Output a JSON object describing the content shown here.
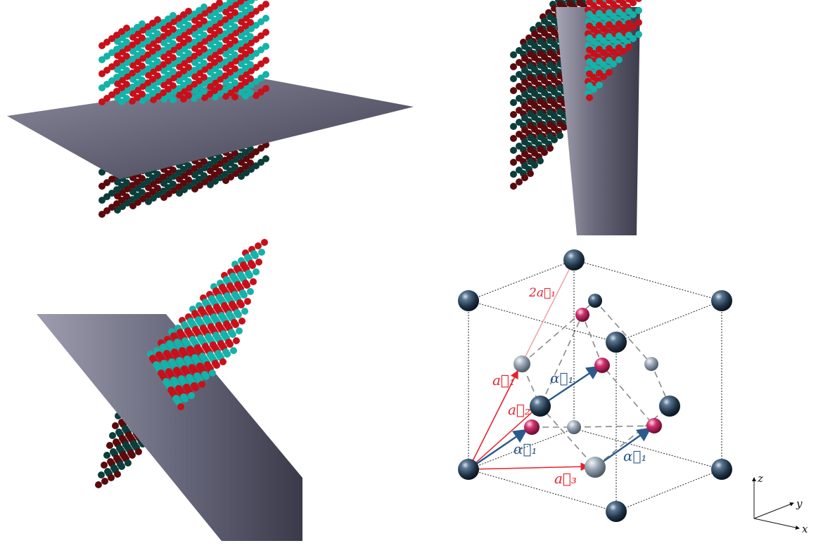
{
  "colors": {
    "atom_red": "#c8101a",
    "atom_red_dark": "#5a0a0c",
    "atom_cyan": "#14b2a8",
    "atom_cyan_dark": "#0b3d3a",
    "plane": "#5f5f72",
    "sphere_dark": "#1e3246",
    "sphere_pink": "#d0306e",
    "sphere_gray": "#8a97a4",
    "label_red": "#e8212a",
    "label_blue": "#2c5a8c"
  },
  "labels": {
    "two_a1": "2a⃗₁",
    "a1": "a⃗₁",
    "a2": "a⃗₂",
    "a3": "a⃗₃",
    "alpha1": "α⃗₁",
    "axis_x": "x",
    "axis_y": "y",
    "axis_z": "z"
  }
}
